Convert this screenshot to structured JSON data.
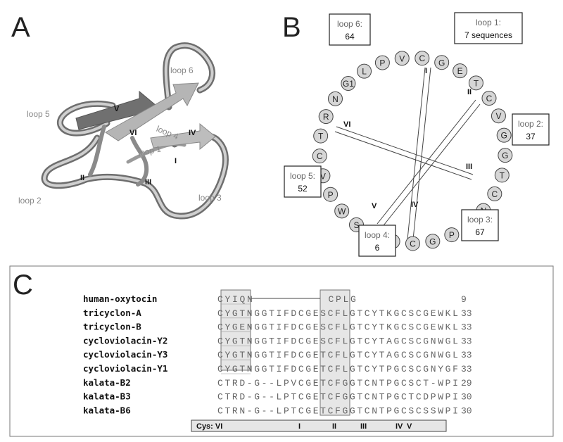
{
  "panels": {
    "a": "A",
    "b": "B",
    "c": "C"
  },
  "panel_a": {
    "loop_labels": [
      "loop 6",
      "loop 5",
      "loop 4",
      "loop 1",
      "loop 2",
      "loop 3"
    ],
    "cys_labels": [
      "V",
      "VI",
      "IV",
      "I",
      "II",
      "III"
    ]
  },
  "panel_b": {
    "residues": [
      "C",
      "G",
      "E",
      "T",
      "C",
      "V",
      "G",
      "G",
      "T",
      "C",
      "N",
      "T",
      "P",
      "G",
      "C",
      "T",
      "C",
      "S",
      "W",
      "P",
      "V",
      "C",
      "T",
      "R",
      "N",
      "G1",
      "L",
      "P",
      "V"
    ],
    "cys_labels": {
      "I": "I",
      "II": "II",
      "III": "III",
      "IV": "IV",
      "V": "V",
      "VI": "VI"
    },
    "boxes": [
      {
        "title": "loop 6:",
        "value": "64"
      },
      {
        "title": "loop 1:",
        "value": "7 sequences"
      },
      {
        "title": "loop 2:",
        "value": "37"
      },
      {
        "title": "loop 3:",
        "value": "67"
      },
      {
        "title": "loop 4:",
        "value": "6"
      },
      {
        "title": "loop 5:",
        "value": "52"
      }
    ]
  },
  "panel_c": {
    "rows": [
      {
        "name": "human-oxytocin",
        "seq": "CYIQN          CPLG",
        "len": "9"
      },
      {
        "name": "tricyclon-A",
        "seq": "CYGTNGGTIFDCGESCFLGTCYTKGCSCGEWKL",
        "len": "33"
      },
      {
        "name": "tricyclon-B",
        "seq": "CYGENGGTIFDCGESCFLGTCYTKGCSCGEWKL",
        "len": "33"
      },
      {
        "name": "cycloviolacin-Y2",
        "seq": "CYGTNGGTIFDCGESCFLGTCYTAGCSCGNWGL",
        "len": "33"
      },
      {
        "name": "cycloviolacin-Y3",
        "seq": "CYGTNGGTIFDCGETCFLGTCYTAGCSCGNWGL",
        "len": "33"
      },
      {
        "name": "cycloviolacin-Y1",
        "seq": "CYGTNGGTIFDCGETCFLGTCYTPGCSCGNYGF",
        "len": "33"
      },
      {
        "name": "kalata-B2",
        "seq": "CTRD-G--LPVCGETCFGGTCNTPGCSCT-WPI",
        "len": "29"
      },
      {
        "name": "kalata-B3",
        "seq": "CTRD-G--LPTCGETCFGGTCNTPGCTCDPWPI",
        "len": "30"
      },
      {
        "name": "kalata-B6",
        "seq": "CTRN-G--LPTCGETCFGGTCNTPGCSCSSWPI",
        "len": "30"
      }
    ],
    "cys_bar": {
      "label": "Cys: VI",
      "marks": [
        "I",
        "II",
        "III",
        "IV",
        "V"
      ]
    }
  }
}
